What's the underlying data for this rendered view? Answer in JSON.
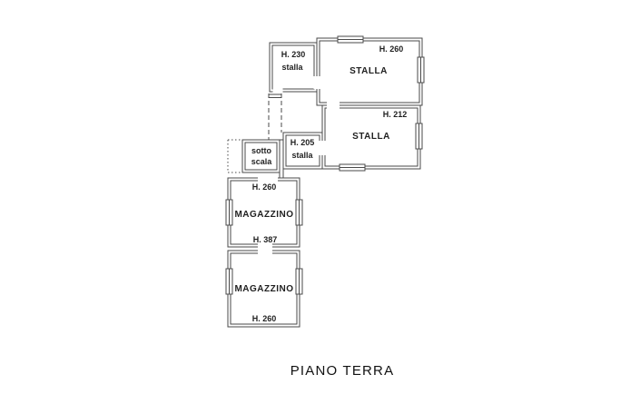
{
  "plan": {
    "title": "PIANO TERRA",
    "rooms": [
      {
        "id": "stalla-small-top",
        "height_label": "H. 230",
        "name": "stalla"
      },
      {
        "id": "stalla-large",
        "height_label": "H. 260",
        "name": "STALLA"
      },
      {
        "id": "stalla-mid",
        "height_label": "H. 212",
        "name": "STALLA"
      },
      {
        "id": "stalla-small-mid",
        "height_label": "H. 205",
        "name": "stalla"
      },
      {
        "id": "sotto-scala",
        "name_line1": "sotto",
        "name_line2": "scala"
      },
      {
        "id": "magazzino-upper",
        "height_label": "H. 260",
        "name": "MAGAZZINO"
      },
      {
        "id": "magazzino-lower",
        "height_label": "H. 260",
        "name": "MAGAZZINO"
      }
    ],
    "passage_height_label": "H. 387"
  },
  "colors": {
    "ink": "#4a4a4a",
    "text": "#1f1f1f",
    "paper": "#ffffff"
  }
}
